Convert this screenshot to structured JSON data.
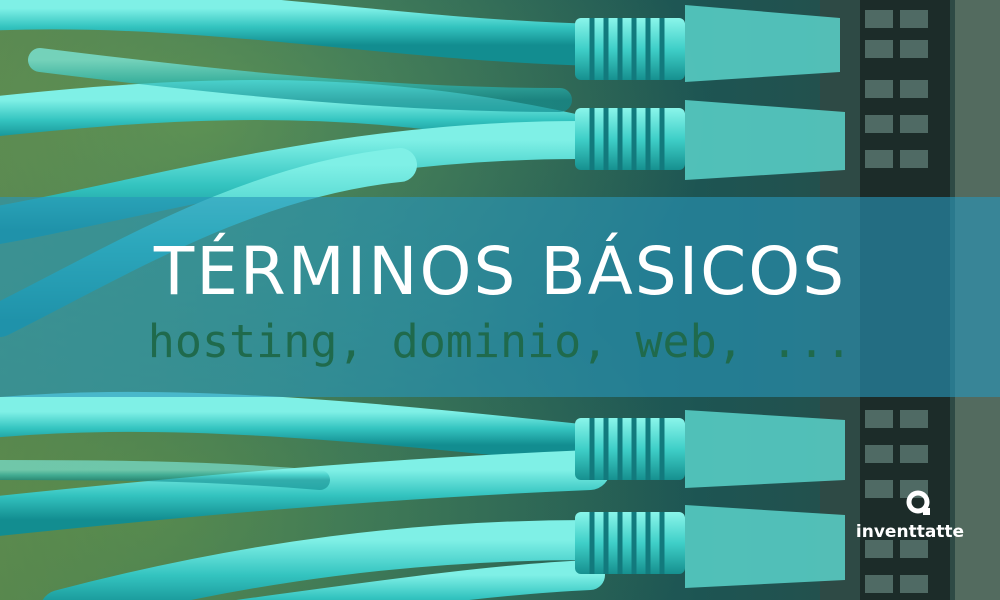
{
  "banner": {
    "title": "TÉRMINOS BÁSICOS",
    "subtitle": "hosting, dominio, web, ..."
  },
  "logo": {
    "text": "inventtatte",
    "icon": "magnifier-ring-icon"
  },
  "photo": {
    "subject": "network-cables-photo"
  },
  "colors": {
    "band": "#2896b9",
    "title": "#ffffff",
    "subtitle": "#1f6a4c",
    "cable": "#3ec9c4"
  }
}
